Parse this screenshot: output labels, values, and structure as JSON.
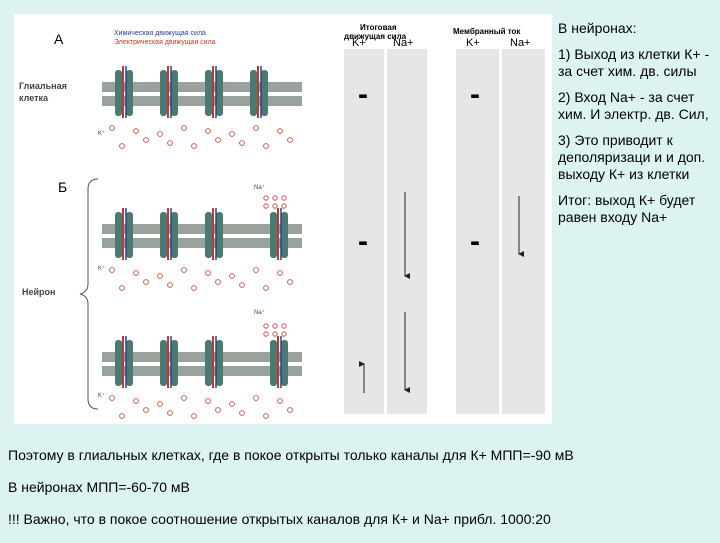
{
  "figure": {
    "panel_a_label": "А",
    "panel_b_label": "Б",
    "legend_chem": "Химическая движущая сила",
    "legend_elec": "Электрическая движущая сила",
    "glial_label_1": "Глиальная",
    "glial_label_2": "клетка",
    "neuron_label": "Нейрон",
    "ion_k": "K⁺",
    "ion_na": "Na⁺",
    "header_total_1": "Итоговая",
    "header_total_2": "движущая сила",
    "header_current": "Мембранный ток",
    "col_k": "K+",
    "col_na": "Na+",
    "dash": "-",
    "colors": {
      "chem": "#c0392b",
      "elec": "#2c3e99",
      "channel": "#4a7a72",
      "membrane": "#9aa39b"
    }
  },
  "side": {
    "title": "В нейронах:",
    "p1": "1) Выход из клетки К+ - за счет хим. дв. силы",
    "p2": "2) Вход Na+ - за счет хим. И электр. дв. Сил,",
    "p3": "3) Это приводит к деполяризаци и и доп. выходу К+ из клетки",
    "p4": "Итог: выход К+ будет равен входу Na+"
  },
  "bottom": {
    "line1": "Поэтому в глиальных клетках, где в покое открыты только каналы для К+ МПП=-90 мВ",
    "line2": "В нейронах МПП=-60-70 мВ",
    "line3": "!!! Важно, что в покое соотношение открытых каналов для К+ и Na+ прибл. 1000:20"
  }
}
